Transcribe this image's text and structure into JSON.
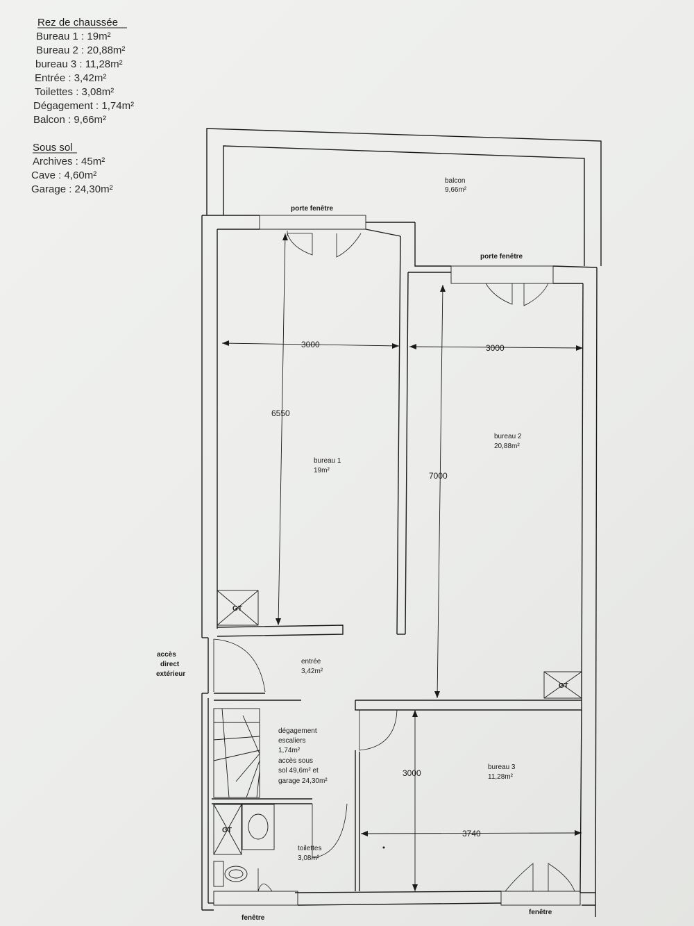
{
  "legend": {
    "ground_floor": {
      "heading": "Rez de chaussée",
      "items": [
        "Bureau 1 : 19m²",
        "Bureau 2 : 20,88m²",
        "bureau 3 : 11,28m²",
        "Entrée : 3,42m²",
        "Toilettes : 3,08m²",
        "Dégagement : 1,74m²",
        "Balcon : 9,66m²"
      ]
    },
    "basement": {
      "heading": "Sous sol",
      "items": [
        "Archives : 45m²",
        "Cave : 4,60m²",
        "Garage : 24,30m²"
      ]
    }
  },
  "plan": {
    "rooms": {
      "balcon": {
        "name": "balcon",
        "area": "9,66m²"
      },
      "bureau1": {
        "name": "bureau 1",
        "area": "19m²"
      },
      "bureau2": {
        "name": "bureau 2",
        "area": "20,88m²"
      },
      "bureau3": {
        "name": "bureau 3",
        "area": "11,28m²"
      },
      "entree": {
        "name": "entrée",
        "area": "3,42m²"
      },
      "degagement": {
        "lines": [
          "dégagement",
          "escaliers",
          "1,74m²",
          "accès sous",
          "sol 49,6m² et",
          "garage 24,30m²"
        ]
      },
      "toilettes": {
        "name": "toilettes",
        "area": "3,08m²"
      }
    },
    "openings": {
      "porte_fenetre_1": "porte fenêtre",
      "porte_fenetre_2": "porte fenêtre",
      "fenetre_1": "fenêtre",
      "fenetre_2": "fenêtre",
      "acces_exterieur": [
        "accès",
        "direct",
        "extérieur"
      ]
    },
    "dimensions": {
      "bureau1_width": "3000",
      "bureau2_width": "3000",
      "bureau1_length": "6550",
      "bureau2_length": "7000",
      "bureau3_length": "3000",
      "bureau3_width": "3740"
    },
    "gaines": {
      "gt1": "GT",
      "gt2": "GT",
      "gt3": "GT"
    }
  }
}
